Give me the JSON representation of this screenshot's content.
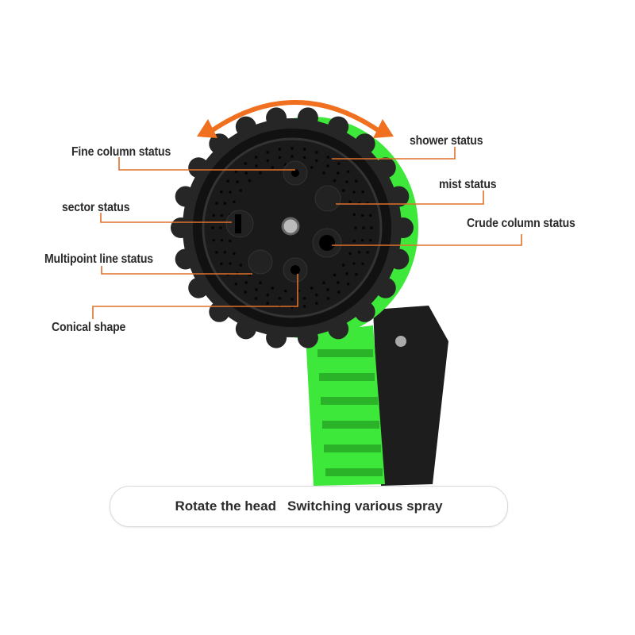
{
  "labels": {
    "fine_column": "Fine column status",
    "sector": "sector status",
    "multipoint_line": "Multipoint line status",
    "conical": "Conical shape",
    "shower": "shower status",
    "mist": "mist status",
    "crude_column": "Crude column status"
  },
  "caption": {
    "part1": "Rotate the head",
    "part2": "Switching various spray"
  },
  "colors": {
    "leader": "#e0702a",
    "arrow": "#f07020",
    "green": "#3ee83a",
    "body": "#1c1c1c"
  }
}
